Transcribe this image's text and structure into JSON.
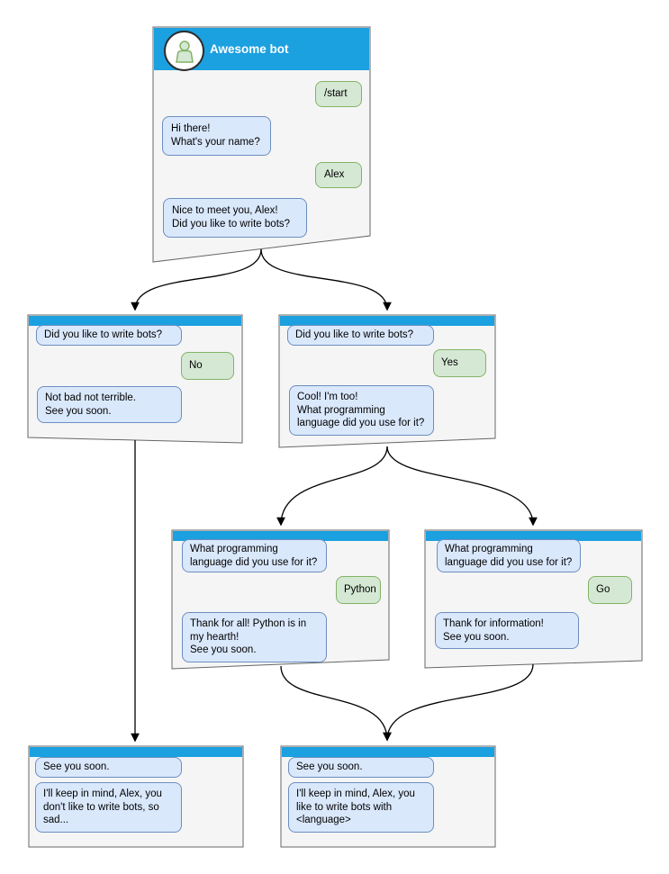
{
  "diagram": {
    "app": "chat-bot conversation flow diagram",
    "colors": {
      "header_blue": "#1BA0E0",
      "node_fill": "#F5F5F5",
      "node_border": "#666666",
      "bot_bubble_fill": "#DAE8FC",
      "bot_bubble_border": "#6C8EBF",
      "user_bubble_fill": "#D5E8D4",
      "user_bubble_border": "#82B366",
      "arrow": "#000000"
    },
    "nodes": [
      {
        "id": "start",
        "title": "Awesome bot",
        "avatar_icon": "person-icon",
        "bubbles": [
          {
            "side": "user",
            "text": "/start"
          },
          {
            "side": "bot",
            "text": "Hi there!\nWhat's your name?"
          },
          {
            "side": "user",
            "text": "Alex"
          },
          {
            "side": "bot",
            "text": "Nice to meet you, Alex!\nDid you like to write bots?"
          }
        ]
      },
      {
        "id": "branch-no",
        "bubbles": [
          {
            "side": "bot",
            "text": "Did you like to write bots?"
          },
          {
            "side": "user",
            "text": "No"
          },
          {
            "side": "bot",
            "text": "Not bad not terrible.\nSee you soon."
          }
        ]
      },
      {
        "id": "branch-yes",
        "bubbles": [
          {
            "side": "bot",
            "text": "Did you like to write bots?"
          },
          {
            "side": "user",
            "text": "Yes"
          },
          {
            "side": "bot",
            "text": "Cool! I'm too!\nWhat programming\nlanguage did you use for it?"
          }
        ]
      },
      {
        "id": "lang-python",
        "bubbles": [
          {
            "side": "bot",
            "text": "What programming\nlanguage did you use for it?"
          },
          {
            "side": "user",
            "text": "Python"
          },
          {
            "side": "bot",
            "text": "Thank for all! Python is in\nmy hearth!\nSee you soon."
          }
        ]
      },
      {
        "id": "lang-go",
        "bubbles": [
          {
            "side": "bot",
            "text": "What programming\nlanguage did you use for it?"
          },
          {
            "side": "user",
            "text": "Go"
          },
          {
            "side": "bot",
            "text": "Thank for information!\nSee you soon."
          }
        ]
      },
      {
        "id": "end-no",
        "bubbles": [
          {
            "side": "bot",
            "text": "See you soon."
          },
          {
            "side": "bot",
            "text": "I'll keep in mind, Alex, you\ndon't like to write bots, so\nsad..."
          }
        ]
      },
      {
        "id": "end-language",
        "bubbles": [
          {
            "side": "bot",
            "text": "See you soon."
          },
          {
            "side": "bot",
            "text": "I'll keep in mind, Alex, you\nlike to write bots with\n<language>"
          }
        ]
      }
    ],
    "edges": [
      {
        "from": "start",
        "to": "branch-no"
      },
      {
        "from": "start",
        "to": "branch-yes"
      },
      {
        "from": "branch-yes",
        "to": "lang-python"
      },
      {
        "from": "branch-yes",
        "to": "lang-go"
      },
      {
        "from": "branch-no",
        "to": "end-no"
      },
      {
        "from": "lang-python",
        "to": "end-language"
      },
      {
        "from": "lang-go",
        "to": "end-language"
      }
    ]
  }
}
